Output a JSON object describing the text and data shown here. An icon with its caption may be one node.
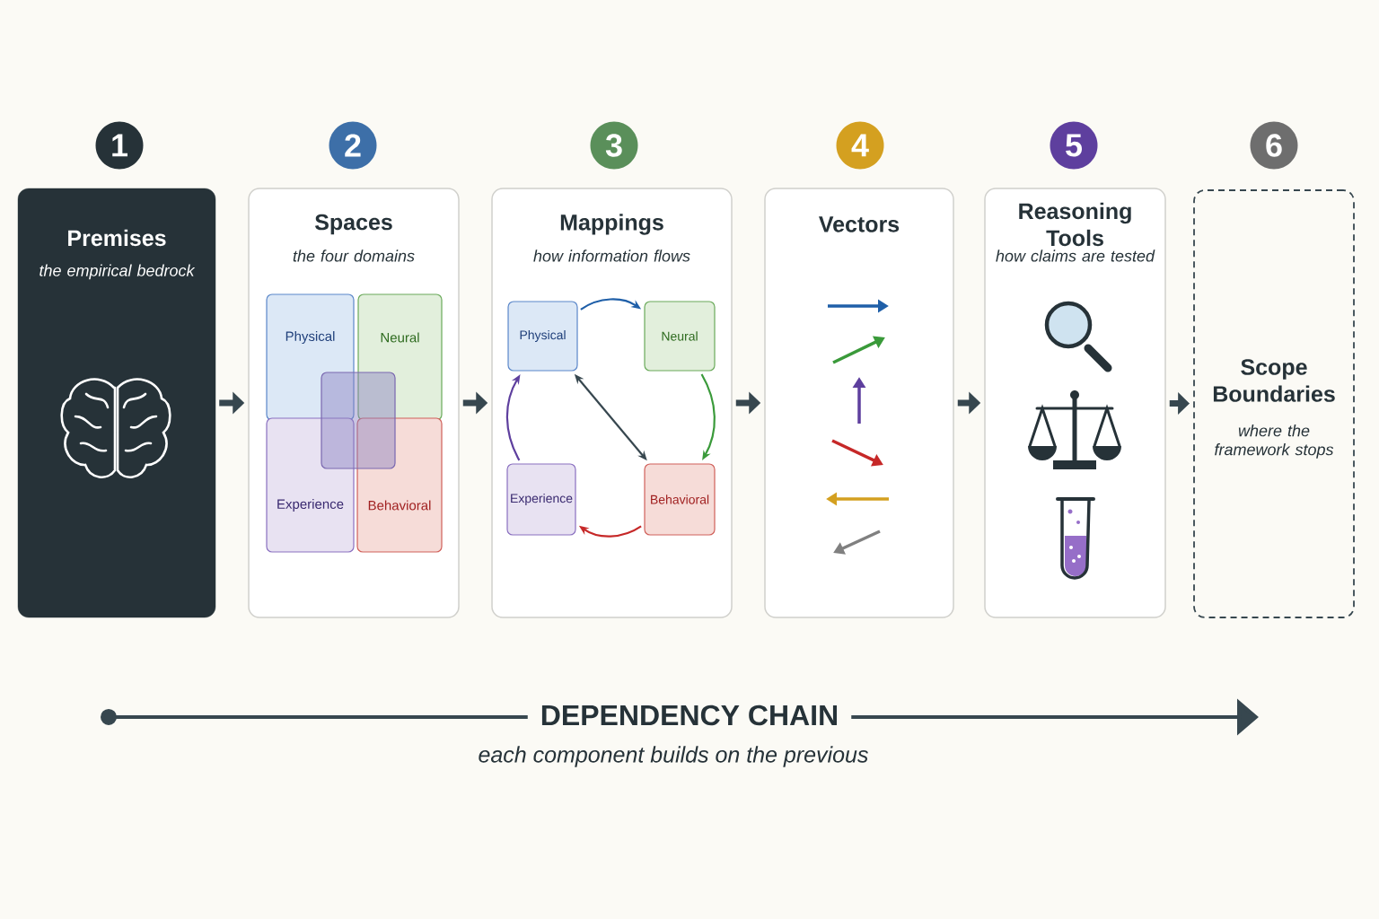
{
  "diagram": {
    "nodes": [
      {
        "text": [
          "1"
        ]
      },
      {
        "text": [
          "2"
        ]
      },
      {
        "text": [
          "3"
        ]
      },
      {
        "text": [
          "4"
        ]
      },
      {
        "text": [
          "5"
        ]
      },
      {
        "text": [
          "6"
        ]
      },
      {
        "text": [
          "Premises",
          "the empirical bedrock"
        ]
      },
      {
        "text": [
          "Spaces",
          "the four domains"
        ]
      },
      {
        "text": [
          "Physical"
        ],
        "in": 7
      },
      {
        "text": [
          "Neural"
        ],
        "in": 7
      },
      {
        "text": [
          "Experience"
        ],
        "in": 7
      },
      {
        "text": [
          "Behavioral"
        ],
        "in": 7
      },
      {
        "text": [],
        "shape": "box",
        "in": 7
      },
      {
        "text": [
          "Mappings",
          "how information flows"
        ]
      },
      {
        "text": [
          "Physical"
        ],
        "in": 13
      },
      {
        "text": [
          "Neural"
        ],
        "in": 13
      },
      {
        "text": [
          "Experience"
        ],
        "in": 13
      },
      {
        "text": [
          "Behavioral"
        ],
        "in": 13
      },
      {
        "text": [
          "Vectors"
        ]
      },
      {
        "text": [
          "Reasoning Tools",
          "how claims are tested"
        ]
      },
      {
        "text": [
          "Scope Boundaries",
          "where the framework stops"
        ]
      }
    ],
    "edges": [
      {
        "from": 6,
        "to": 7,
        "arrow": "to",
        "style": "thick"
      },
      {
        "from": 7,
        "to": 13,
        "arrow": "to",
        "style": "thick"
      },
      {
        "from": 13,
        "to": 18,
        "arrow": "to",
        "style": "thick"
      },
      {
        "from": 18,
        "to": 19,
        "arrow": "to",
        "style": "thick"
      },
      {
        "from": 19,
        "to": 20,
        "arrow": "to",
        "style": "thick"
      },
      {
        "from": 14,
        "to": 15,
        "arrow": "to",
        "color": "#1f5fa8"
      },
      {
        "from": 15,
        "to": 17,
        "arrow": "to",
        "color": "#3a9a3a"
      },
      {
        "from": 17,
        "to": 16,
        "arrow": "to",
        "color": "#c62828"
      },
      {
        "from": 16,
        "to": 14,
        "arrow": "to",
        "color": "#5e3f9e"
      },
      {
        "from": 14,
        "to": 17,
        "arrow": "both"
      }
    ],
    "labels": [
      "DEPENDENCY CHAIN",
      "each component builds on the previous"
    ]
  }
}
